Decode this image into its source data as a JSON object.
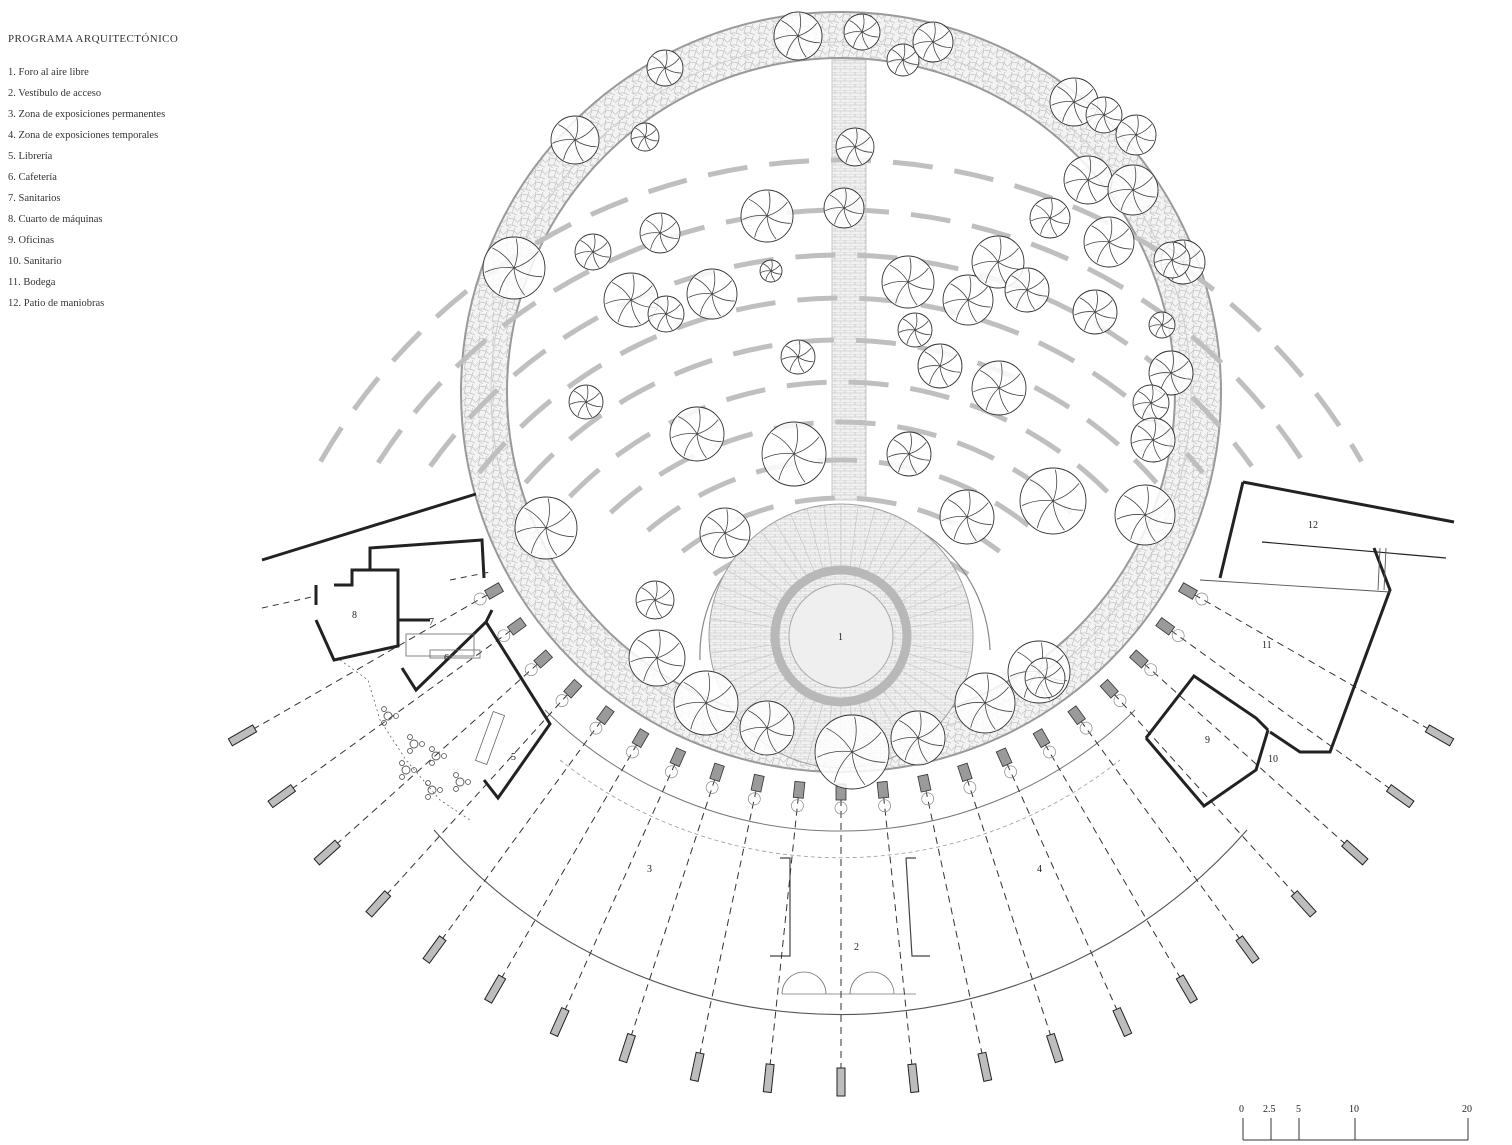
{
  "legend": {
    "title": "PROGRAMA ARQUITECTÓNICO",
    "items": [
      "1. Foro al aire libre",
      "2. Vestíbulo de acceso",
      "3. Zona de exposiciones permanentes",
      "4. Zona de exposiciones temporales",
      "5. Librería",
      "6. Cafetería",
      "7. Sanitarios",
      "8. Cuarto de máquinas",
      "9. Oficinas",
      "10. Sanitario",
      "11. Bodega",
      "12. Patio de maniobras"
    ]
  },
  "plan_labels": {
    "r1": "1",
    "r2": "2",
    "r3": "3",
    "r4": "4",
    "r5": "5",
    "r6": "6",
    "r7": "7",
    "r8": "8",
    "r9": "9",
    "r10": "10",
    "r11": "11",
    "r12": "12"
  },
  "scale_bar": {
    "ticks": [
      "0",
      "2.5",
      "5",
      "10",
      "20"
    ]
  },
  "colors": {
    "line": "#222222",
    "paving": "#d9d9d9",
    "tree": "#333333",
    "light": "#999999"
  }
}
